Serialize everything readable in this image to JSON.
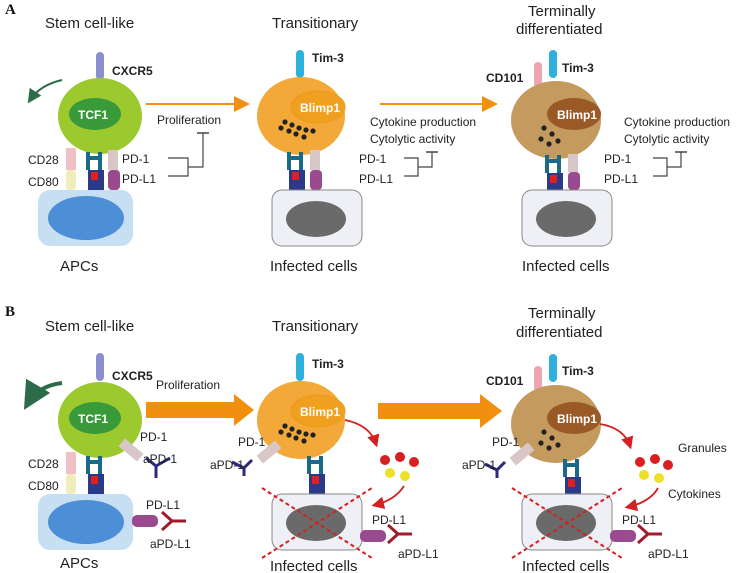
{
  "panels": {
    "a": {
      "letter": "A",
      "stage1": "Stem cell-like",
      "stage2": "Transitionary",
      "stage3_line1": "Terminally",
      "stage3_line2": "differentiated",
      "cxcr5": "CXCR5",
      "tcf1": "TCF1",
      "tim3_a": "Tim-3",
      "tim3_b": "Tim-3",
      "blimp1_a": "Blimp1",
      "blimp1_b": "Blimp1",
      "cd101": "CD101",
      "proliferation": "Proliferation",
      "cytokine_a": "Cytokine production",
      "cytolytic_a": "Cytolytic activity",
      "cytokine_b": "Cytokine production",
      "cytolytic_b": "Cytolytic activity",
      "cd28": "CD28",
      "cd80": "CD80",
      "pd1_a": "PD-1",
      "pdl1_a": "PD-L1",
      "pd1_b": "PD-1",
      "pdl1_b": "PD-L1",
      "pd1_c": "PD-1",
      "pdl1_c": "PD-L1",
      "apcs": "APCs",
      "infected_a": "Infected cells",
      "infected_b": "Infected cells"
    },
    "b": {
      "letter": "B",
      "stage1": "Stem cell-like",
      "stage2": "Transitionary",
      "stage3_line1": "Terminally",
      "stage3_line2": "differentiated",
      "cxcr5": "CXCR5",
      "tcf1": "TCF1",
      "tim3_a": "Tim-3",
      "tim3_b": "Tim-3",
      "blimp1_a": "Blimp1",
      "blimp1_b": "Blimp1",
      "cd101": "CD101",
      "proliferation": "Proliferation",
      "cd28": "CD28",
      "cd80": "CD80",
      "pd1_a": "PD-1",
      "apd1_a": "aPD-1",
      "pd1_b": "PD-1",
      "apd1_b": "aPD-1",
      "pd1_c": "PD-1",
      "apd1_c": "aPD-1",
      "pdl1_a": "PD-L1",
      "apdl1_a": "aPD-L1",
      "pdl1_b": "PD-L1",
      "apdl1_b": "aPD-L1",
      "pdl1_c": "PD-L1",
      "apdl1_c": "aPD-L1",
      "granules": "Granules",
      "cytokines": "Cytokines",
      "apcs": "APCs",
      "infected_a": "Infected cells",
      "infected_b": "Infected cells"
    }
  },
  "colors": {
    "stem_cell": "#9cc92e",
    "tcf1_nucleus": "#3a9a3a",
    "transitionary_cell": "#f3a939",
    "terminal_cell": "#c49a5e",
    "blimp1_trans": "#f0a020",
    "blimp1_term": "#9a5a28",
    "cxcr5": "#8b8fd0",
    "tim3": "#2eb0dc",
    "cd101": "#eda5b0",
    "arrow": "#f0900e",
    "red_arrow": "#d42020",
    "apc": "#c7dff3",
    "apc_nucleus": "#4d8fd6",
    "infected": "#eef0f5",
    "infected_nucleus": "#6a6a6a"
  }
}
